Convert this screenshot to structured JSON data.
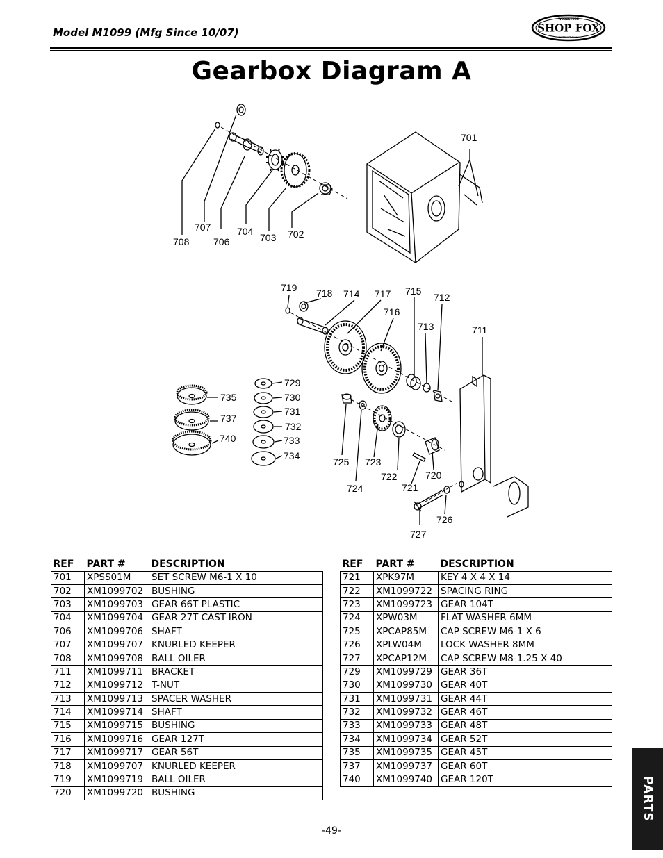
{
  "header": {
    "model": "Model M1099 (Mfg Since 10/07)",
    "logo_text": "SHOP FOX",
    "logo_arc_top": "WOODSTOCK",
    "logo_arc_bottom": "INTERNATIONAL"
  },
  "title": "Gearbox Diagram A",
  "diagram": {
    "callouts": [
      "701",
      "707",
      "704",
      "703",
      "702",
      "708",
      "706",
      "719",
      "718",
      "714",
      "717",
      "715",
      "712",
      "716",
      "713",
      "711",
      "729",
      "730",
      "731",
      "732",
      "733",
      "734",
      "735",
      "737",
      "740",
      "725",
      "723",
      "722",
      "721",
      "720",
      "724",
      "726",
      "727"
    ]
  },
  "tables": {
    "headers": {
      "ref": "REF",
      "part": "PART #",
      "description": "DESCRIPTION"
    },
    "left": [
      {
        "ref": "701",
        "part": "XPSS01M",
        "desc": "SET SCREW M6-1 X 10"
      },
      {
        "ref": "702",
        "part": "XM1099702",
        "desc": "BUSHING"
      },
      {
        "ref": "703",
        "part": "XM1099703",
        "desc": "GEAR 66T PLASTIC"
      },
      {
        "ref": "704",
        "part": "XM1099704",
        "desc": "GEAR 27T CAST-IRON"
      },
      {
        "ref": "706",
        "part": "XM1099706",
        "desc": "SHAFT"
      },
      {
        "ref": "707",
        "part": "XM1099707",
        "desc": "KNURLED KEEPER"
      },
      {
        "ref": "708",
        "part": "XM1099708",
        "desc": "BALL OILER"
      },
      {
        "ref": "711",
        "part": "XM1099711",
        "desc": "BRACKET"
      },
      {
        "ref": "712",
        "part": "XM1099712",
        "desc": "T-NUT"
      },
      {
        "ref": "713",
        "part": "XM1099713",
        "desc": "SPACER WASHER"
      },
      {
        "ref": "714",
        "part": "XM1099714",
        "desc": "SHAFT"
      },
      {
        "ref": "715",
        "part": "XM1099715",
        "desc": "BUSHING"
      },
      {
        "ref": "716",
        "part": "XM1099716",
        "desc": "GEAR 127T"
      },
      {
        "ref": "717",
        "part": "XM1099717",
        "desc": "GEAR 56T"
      },
      {
        "ref": "718",
        "part": "XM1099707",
        "desc": "KNURLED KEEPER"
      },
      {
        "ref": "719",
        "part": "XM1099719",
        "desc": "BALL OILER"
      },
      {
        "ref": "720",
        "part": "XM1099720",
        "desc": "BUSHING"
      }
    ],
    "right": [
      {
        "ref": "721",
        "part": "XPK97M",
        "desc": "KEY 4 X 4 X 14"
      },
      {
        "ref": "722",
        "part": "XM1099722",
        "desc": "SPACING RING"
      },
      {
        "ref": "723",
        "part": "XM1099723",
        "desc": "GEAR 104T"
      },
      {
        "ref": "724",
        "part": "XPW03M",
        "desc": "FLAT WASHER 6MM"
      },
      {
        "ref": "725",
        "part": "XPCAP85M",
        "desc": "CAP SCREW M6-1 X 6"
      },
      {
        "ref": "726",
        "part": "XPLW04M",
        "desc": "LOCK WASHER 8MM"
      },
      {
        "ref": "727",
        "part": "XPCAP12M",
        "desc": "CAP SCREW M8-1.25 X 40"
      },
      {
        "ref": "729",
        "part": "XM1099729",
        "desc": "GEAR 36T"
      },
      {
        "ref": "730",
        "part": "XM1099730",
        "desc": "GEAR 40T"
      },
      {
        "ref": "731",
        "part": "XM1099731",
        "desc": "GEAR 44T"
      },
      {
        "ref": "732",
        "part": "XM1099732",
        "desc": "GEAR 46T"
      },
      {
        "ref": "733",
        "part": "XM1099733",
        "desc": "GEAR 48T"
      },
      {
        "ref": "734",
        "part": "XM1099734",
        "desc": "GEAR 52T"
      },
      {
        "ref": "735",
        "part": "XM1099735",
        "desc": "GEAR 45T"
      },
      {
        "ref": "737",
        "part": "XM1099737",
        "desc": "GEAR 60T"
      },
      {
        "ref": "740",
        "part": "XM1099740",
        "desc": "GEAR 120T"
      }
    ]
  },
  "side_tab": "PARTS",
  "page_number": "-49-"
}
